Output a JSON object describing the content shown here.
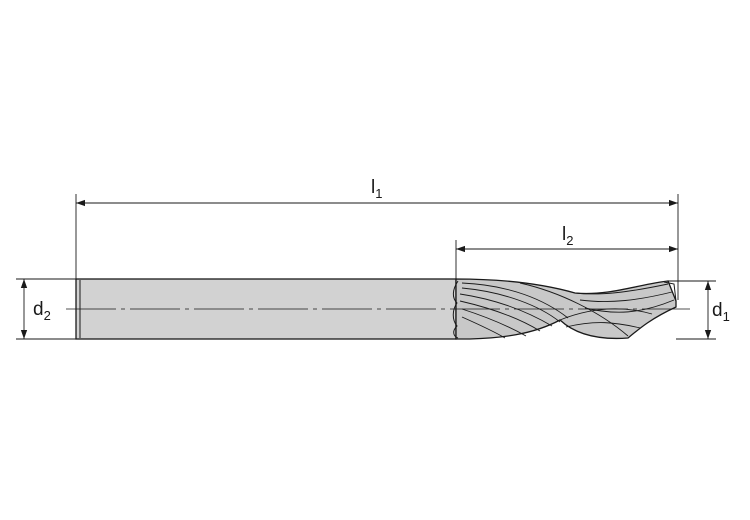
{
  "drawing": {
    "dimensions": {
      "l1": {
        "base": "l",
        "sub": "1"
      },
      "l2": {
        "base": "l",
        "sub": "2"
      },
      "d1": {
        "base": "d",
        "sub": "1"
      },
      "d2": {
        "base": "d",
        "sub": "2"
      }
    },
    "colors": {
      "shank_fill": "#d2d2d2",
      "flute_fill": "#c8c8c8",
      "outline": "#1a1a1a",
      "dimension_line": "#1a1a1a"
    }
  }
}
